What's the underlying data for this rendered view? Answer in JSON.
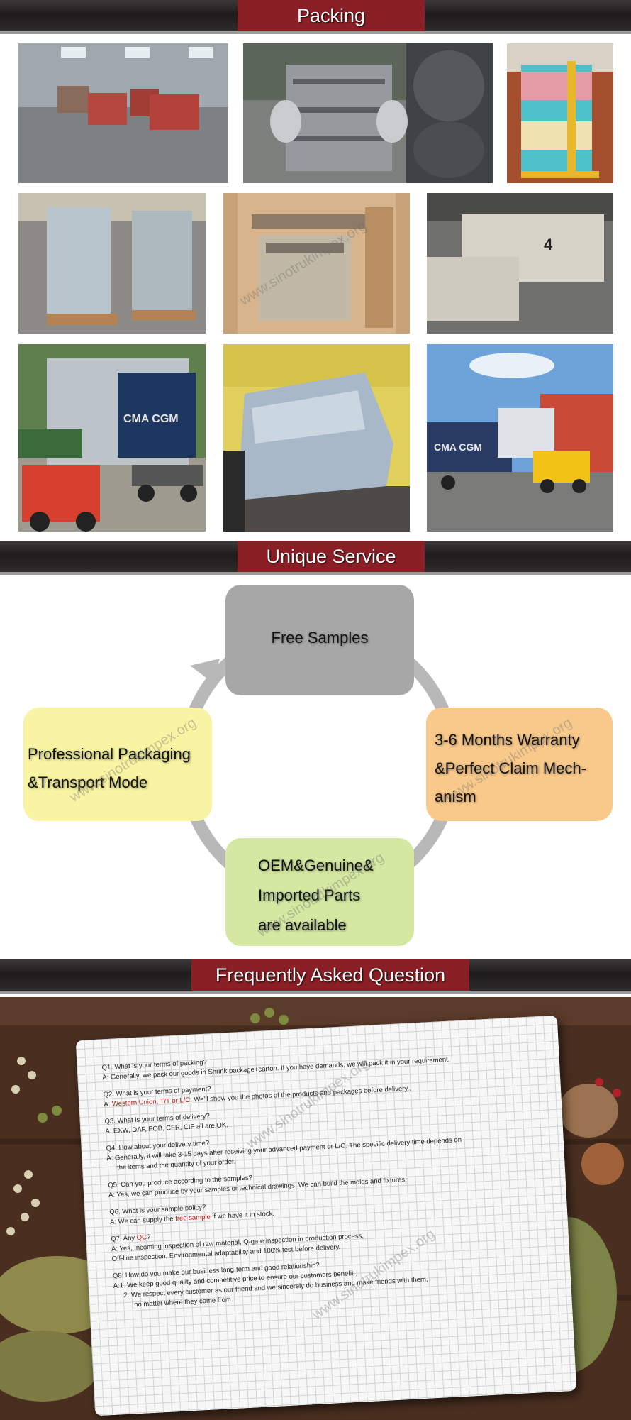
{
  "sections": {
    "packing": "Packing",
    "service": "Unique Service",
    "faq": "Frequently Asked Question"
  },
  "watermark": "www.sinotrukimpex.org",
  "service": {
    "top": "Free Samples",
    "left_line1": "Professional Packaging",
    "left_line2": "&Transport Mode",
    "right_line1": "3-6 Months Warranty",
    "right_line2": "&Perfect Claim Mech-",
    "right_line3": "anism",
    "bottom_line1": "OEM&Genuine&",
    "bottom_line2": "Imported Parts",
    "bottom_line3": "are available"
  },
  "photo_texts": {
    "crate_number": "4",
    "container_brand": "CMA CGM"
  },
  "faq": {
    "q1": "Q1. What is your terms of packing?",
    "a1": "A: Generally, we pack our goods in Shrink package+carton. If you have demands, we will pack it in your requirement.",
    "q2": "Q2. What is your terms of payment?",
    "a2_prefix": "A: ",
    "a2_red": "Western Union, T/T or L/C",
    "a2_rest": ". We'll show you the photos of the products and packages before delivery..",
    "q3": "Q3. What is your terms of delivery?",
    "a3": "A: EXW, DAF, FOB, CFR, CIF all are OK.",
    "q4": "Q4. How about your delivery time?",
    "a4_line1": "A: Generally, it will take 3-15 days after receiving your advanced payment or L/C. The specific delivery time depends on",
    "a4_line2": "the items and the quantity of your order.",
    "q5": "Q5. Can you produce according to the samples?",
    "a5": "A: Yes, we can produce by your samples or technical drawings. We can build the molds and fixtures.",
    "q6": "Q6. What is your sample policy?",
    "a6_prefix": "A: We can supply the ",
    "a6_red": "free sample",
    "a6_rest": " if we have it in stock.",
    "q7_prefix": "Q7. Any ",
    "q7_red": "QC",
    "q7_rest": "?",
    "a7_line1": "A: Yes, Incoming inspection of raw material, Q-gate inspection in production process,",
    "a7_line2": "Off-line inspection, Environmental adaptability and 100% test before delivery.",
    "q8": "Q8: How do you make our business long-term and good relationship?",
    "a8_line1": "A:1. We keep good quality and competitive price to ensure our customers benefit ;",
    "a8_line2": "2. We respect every customer as our friend and we sincerely do business and make friends with them,",
    "a8_line3": "no matter where they come from."
  },
  "colors": {
    "banner_red": "#8b1f26",
    "card_gray": "#a7a7a7",
    "card_yellow": "#f8f4a3",
    "card_orange": "#f9c98b",
    "card_green": "#d4e8a2",
    "arrow_gray": "#b8b8b8",
    "faq_red": "#b51d1d"
  }
}
